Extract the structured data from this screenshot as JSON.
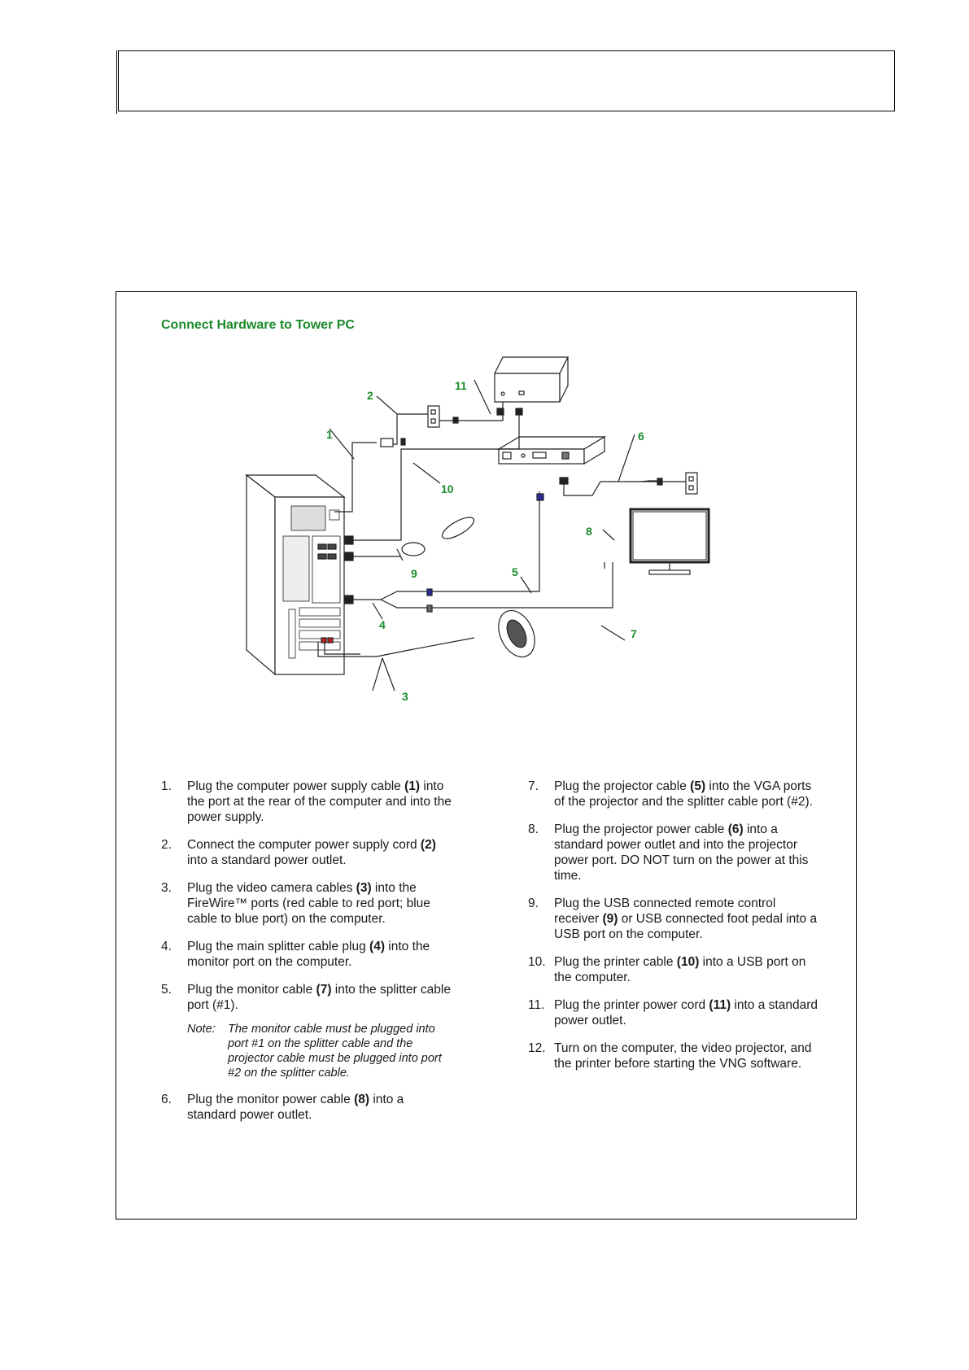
{
  "panel": {
    "title": "Connect Hardware to Tower PC"
  },
  "diagram": {
    "callouts": [
      "1",
      "2",
      "3",
      "4",
      "5",
      "6",
      "7",
      "8",
      "9",
      "10",
      "11"
    ]
  },
  "steps_left": [
    {
      "num": "1.",
      "pre": "Plug the computer power supply cable ",
      "ref": "(1)",
      "post": " into the port at the rear of the computer and into the power supply."
    },
    {
      "num": "2.",
      "pre": "Connect the computer power supply cord ",
      "ref": "(2)",
      "post": " into a standard power outlet."
    },
    {
      "num": "3.",
      "pre": "Plug the video camera cables ",
      "ref": "(3)",
      "post": " into the FireWire™ ports (red cable to red port; blue cable to blue port) on the computer."
    },
    {
      "num": "4.",
      "pre": "Plug the main splitter cable plug ",
      "ref": "(4)",
      "post": " into the monitor port on the computer."
    },
    {
      "num": "5.",
      "pre": "Plug the monitor cable ",
      "ref": "(7)",
      "post": " into the splitter cable port (#1)."
    },
    {
      "num": "6.",
      "pre": "Plug the monitor power cable ",
      "ref": "(8)",
      "post": " into a standard power outlet."
    }
  ],
  "note": {
    "label": "Note:",
    "text": "The monitor cable must be plugged into port #1 on the splitter cable and the projector cable must be plugged into port #2 on the splitter cable."
  },
  "steps_right": [
    {
      "num": "7.",
      "pre": "Plug the projector cable ",
      "ref": "(5)",
      "post": " into the VGA ports of the projector and the splitter cable port (#2)."
    },
    {
      "num": "8.",
      "pre": "Plug the projector power cable ",
      "ref": "(6)",
      "post": " into a standard power outlet and into the projector power port. DO NOT turn on the power at this time."
    },
    {
      "num": "9.",
      "pre": "Plug the USB connected remote control receiver ",
      "ref": "(9)",
      "post": " or USB connected foot pedal into a USB port on the computer."
    },
    {
      "num": "10.",
      "pre": "Plug the printer cable ",
      "ref": "(10)",
      "post": " into a USB port on the computer."
    },
    {
      "num": "11.",
      "pre": "Plug the printer power cord ",
      "ref": "(11)",
      "post": " into a standard power outlet."
    },
    {
      "num": "12.",
      "pre": "Turn on the computer, the video projector, and the printer before starting the VNG software.",
      "ref": "",
      "post": ""
    }
  ]
}
